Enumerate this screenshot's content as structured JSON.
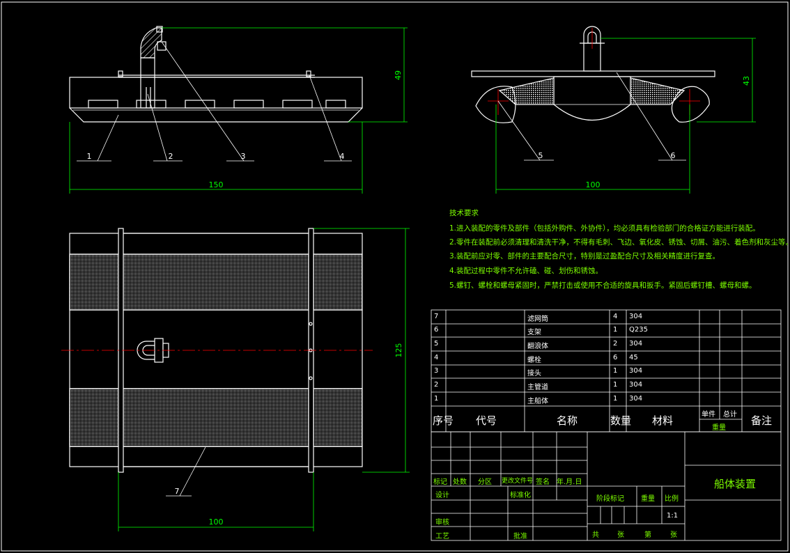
{
  "drawing": {
    "title": "船体装置",
    "colors": {
      "background": "#000000",
      "outline": "#ffffff",
      "dimension": "#00ff00",
      "centerline": "#ff0000",
      "text": "#7CFC00"
    },
    "front_view": {
      "dim_width": "150",
      "dim_height": "49",
      "callouts": [
        "1",
        "2",
        "3",
        "4"
      ]
    },
    "side_view": {
      "dim_width": "100",
      "dim_height": "43",
      "callouts": [
        "5",
        "6"
      ]
    },
    "top_view": {
      "dim_width": "100",
      "dim_height": "125",
      "callouts": [
        "7"
      ]
    },
    "tech_requirements": {
      "heading": "技术要求",
      "items": [
        "1.进入装配的零件及部件（包括外购件、外协件），均必须具有检验部门的合格证方能进行装配。",
        "2.零件在装配前必须清理和清洗干净，不得有毛刺、飞边、氧化皮、锈蚀、切屑、油污、着色剂和灰尘等。",
        "3.装配前应对零、部件的主要配合尺寸，特别是过盈配合尺寸及相关精度进行复查。",
        "4.装配过程中零件不允许磕、碰、划伤和锈蚀。",
        "5.螺钉、螺栓和螺母紧固时，严禁打击或使用不合适的旋具和扳手。紧固后螺钉槽、螺母和螺。"
      ]
    },
    "parts_list": {
      "rows": [
        {
          "no": "7",
          "name": "滤网筒",
          "qty": "4",
          "material": "304"
        },
        {
          "no": "6",
          "name": "支架",
          "qty": "1",
          "material": "Q235"
        },
        {
          "no": "5",
          "name": "翻浪体",
          "qty": "2",
          "material": "304"
        },
        {
          "no": "4",
          "name": "螺栓",
          "qty": "6",
          "material": "45"
        },
        {
          "no": "3",
          "name": "接头",
          "qty": "1",
          "material": "304"
        },
        {
          "no": "2",
          "name": "主管道",
          "qty": "1",
          "material": "304"
        },
        {
          "no": "1",
          "name": "主船体",
          "qty": "1",
          "material": "304"
        }
      ],
      "header": {
        "no": "序号",
        "code": "代号",
        "name": "名称",
        "qty": "数量",
        "material": "材料",
        "single": "单件",
        "total": "总计",
        "weight": "重量",
        "remark": "备注"
      }
    },
    "title_block": {
      "mark": "标记",
      "count": "处数",
      "zone": "分区",
      "change_doc": "更改文件号",
      "sign": "签名",
      "date": "年.月.日",
      "design": "设计",
      "standardize": "标准化",
      "check": "审核",
      "process": "工艺",
      "approve": "批准",
      "stage_mark": "阶段标记",
      "weight": "重量",
      "scale": "比例",
      "scale_value": "1:1",
      "total_sheets": "共",
      "sheets": "张",
      "sheet_no": "第",
      "sheet": "张"
    }
  }
}
